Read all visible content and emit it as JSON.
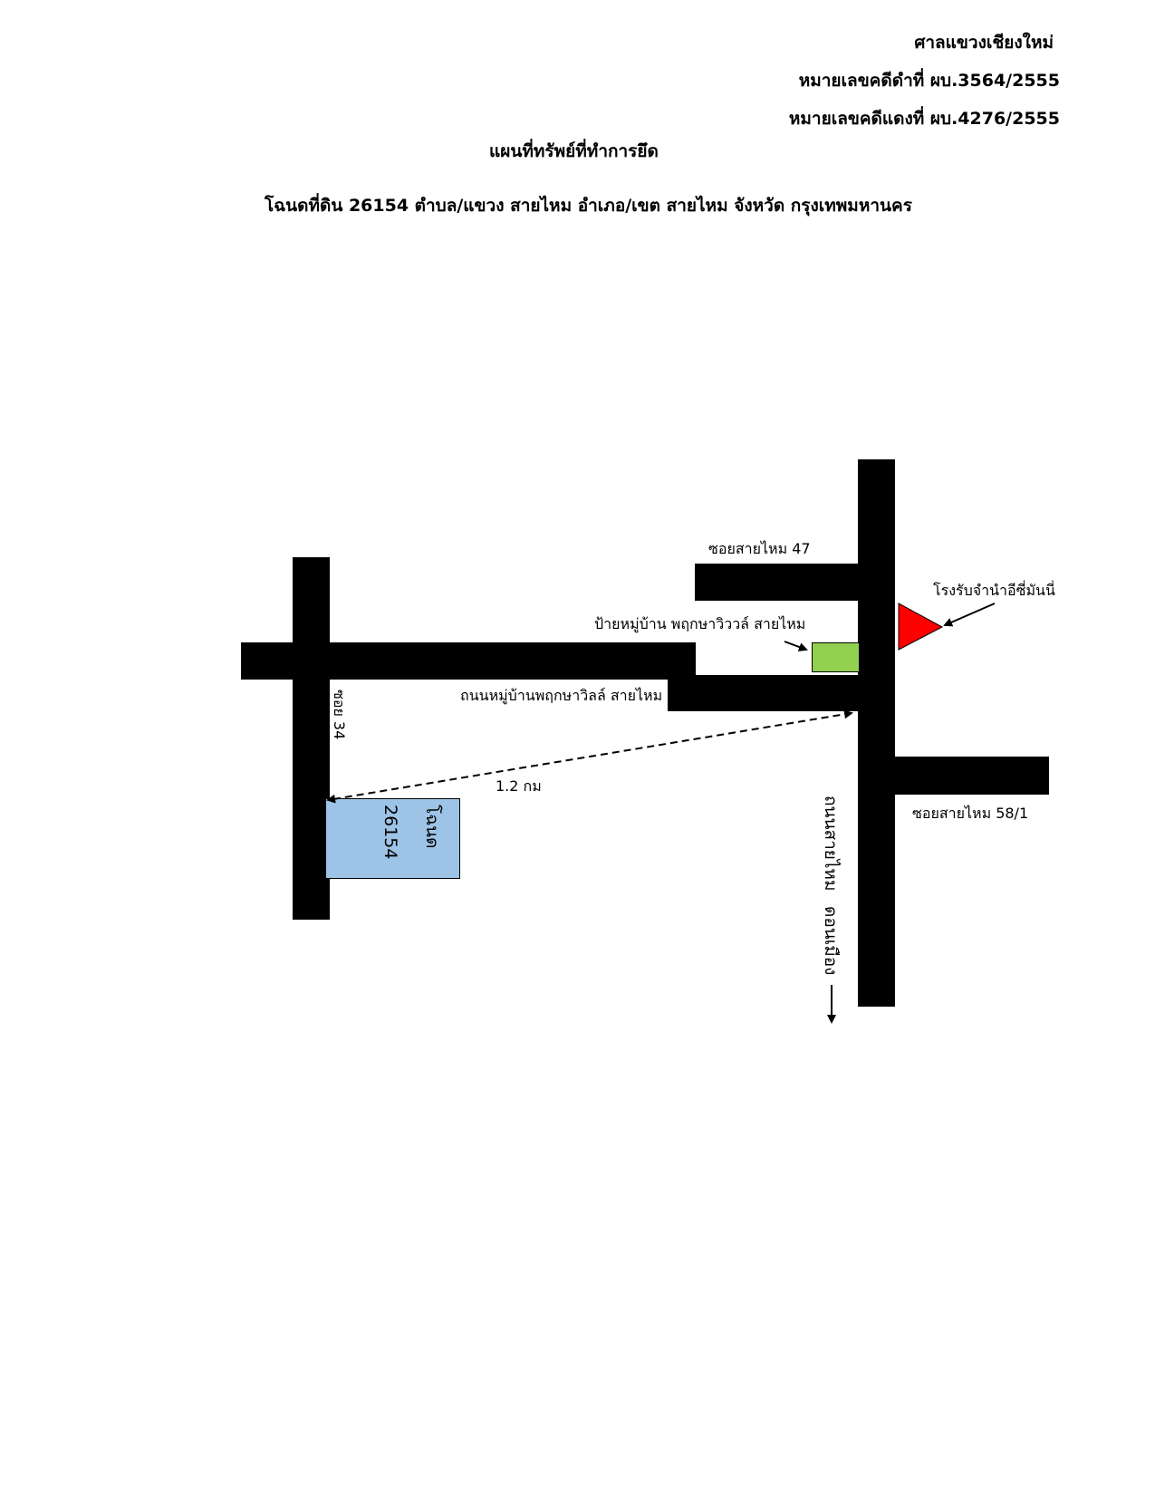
{
  "header": {
    "court": "ศาลแขวงเชียงใหม่",
    "black_case": "หมายเลขคดีดำที่ ผบ.3564/2555",
    "red_case": "หมายเลขคดีแดงที่ ผบ.4276/2555",
    "title": "แผนที่ทรัพย์ที่ทำการยึด",
    "deed_line": "โฉนดที่ดิน  26154   ตำบล/แขวง สายไหม อำเภอ/เขต สายไหม จังหวัด กรุงเทพมหานคร"
  },
  "map": {
    "labels": {
      "soi_47": "ซอยสายไหม 47",
      "pawnshop": "โรงรับจำนำอีซี่มันนี่",
      "village_sign": "ป้ายหมู่บ้าน พฤกษาวิววล์ สายไหม",
      "village_road": "ถนนหมู่บ้านพฤกษาวิลล์ สายไหม",
      "soi_34": "ซอย 34",
      "distance": "1.2 กม",
      "soi_58_1": "ซอยสายไหม 58/1",
      "main_road": "ถนนสายไหม",
      "don_mueang": "ดอนเมือง",
      "deed_word": "โฉนด",
      "deed_number": "26154"
    },
    "colors": {
      "road": "#000000",
      "deed_box": "#9dc3e6",
      "village_sign_box": "#92d050",
      "landmark": "#ff0000"
    },
    "icons": {
      "landmark": "red-triangle-icon",
      "sign": "green-rectangle-icon",
      "distance": "dashed-double-arrow-icon",
      "direction": "down-arrow-icon"
    }
  }
}
